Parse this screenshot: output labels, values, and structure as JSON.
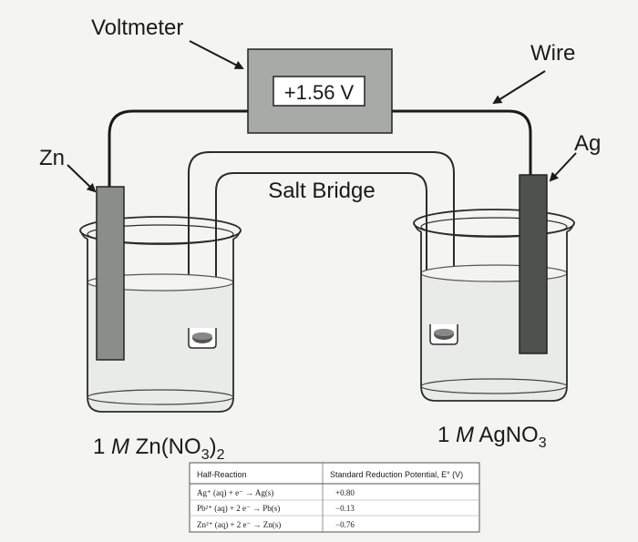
{
  "labels": {
    "voltmeter": "Voltmeter",
    "reading": "+1.56 V",
    "wire": "Wire",
    "zn": "Zn",
    "ag": "Ag",
    "salt_bridge": "Salt Bridge",
    "left_solution": {
      "conc": "1 ",
      "unit": "M",
      "formula": " Zn(NO",
      "sub": "3",
      "close": ")",
      "sub2": "2"
    },
    "right_solution": {
      "conc": "1 ",
      "unit": "M",
      "formula": " AgNO",
      "sub": "3"
    }
  },
  "table": {
    "headers": {
      "reaction": "Half-Reaction",
      "potential": "Standard Reduction Potential, E° (V)"
    },
    "rows": [
      {
        "reaction": "Ag⁺ (aq) + e⁻ → Ag(s)",
        "potential": "+0.80"
      },
      {
        "reaction": "Pb²⁺ (aq) + 2 e⁻ → Pb(s)",
        "potential": "−0.13"
      },
      {
        "reaction": "Zn²⁺ (aq) + 2 e⁻ → Zn(s)",
        "potential": "−0.76"
      }
    ]
  },
  "colors": {
    "zn_electrode": "#8a8d89",
    "ag_electrode": "#4e514e",
    "voltmeter_body": "#a7aaa6",
    "solution": "#e9ebe8"
  }
}
